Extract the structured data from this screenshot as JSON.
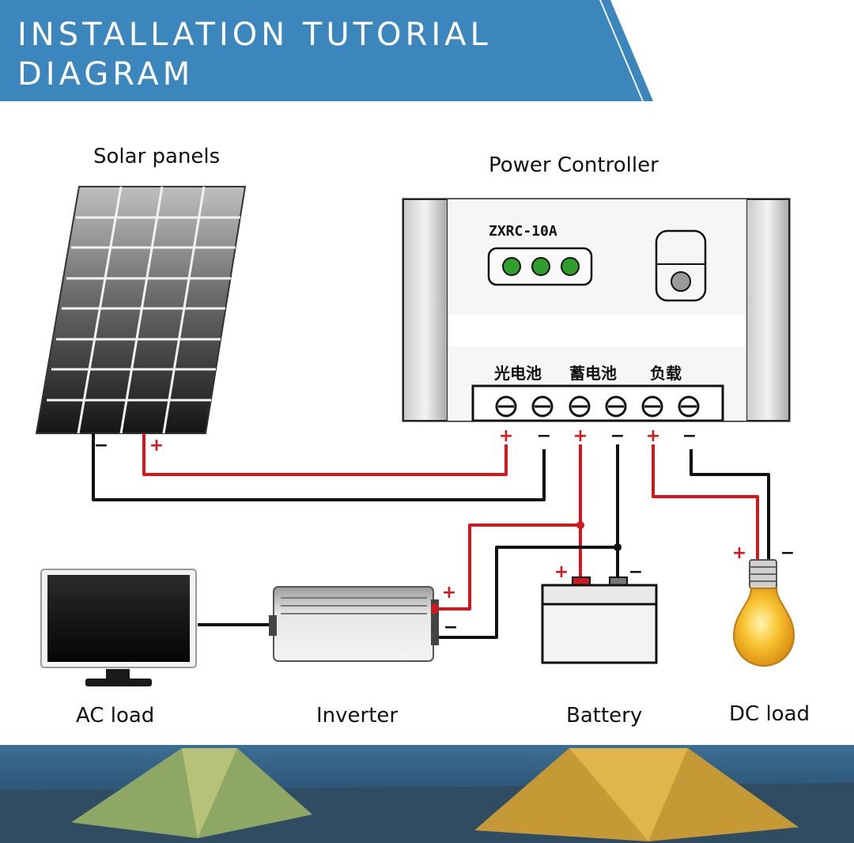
{
  "header": {
    "line1": "INSTALLATION TUTORIAL",
    "line2": "DIAGRAM",
    "band_color": "#3a86bd"
  },
  "components": {
    "solar_label": "Solar panels",
    "controller_label": "Power Controller",
    "controller_model": "ZXRC-10A",
    "terminal_group_pv": "光电池",
    "terminal_group_battery": "蓄电池",
    "terminal_group_load": "负载",
    "ac_load_label": "AC load",
    "inverter_label": "Inverter",
    "battery_label": "Battery",
    "dc_load_label": "DC load"
  },
  "polarity": {
    "plus": "+",
    "minus": "−"
  },
  "colors": {
    "positive_wire": "#d0181e",
    "negative_wire": "#111111",
    "led": "#2f9e2a"
  }
}
